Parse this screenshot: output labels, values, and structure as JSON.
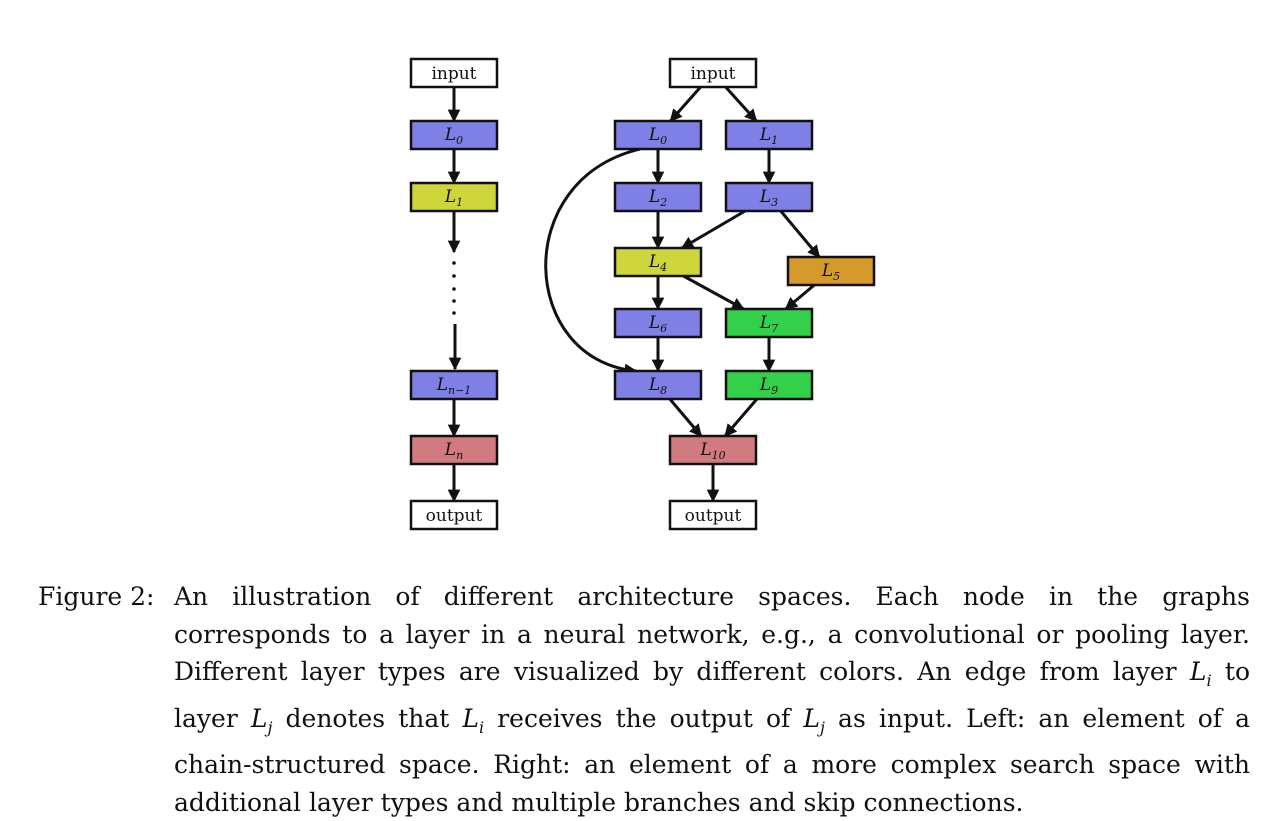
{
  "figure": {
    "left": {
      "nodes": [
        {
          "id": "l_in",
          "kind": "io",
          "text": "input"
        },
        {
          "id": "l_L0",
          "kind": "layer",
          "base": "L",
          "sub": "0",
          "color": "#7f80e6"
        },
        {
          "id": "l_L1",
          "kind": "layer",
          "base": "L",
          "sub": "1",
          "color": "#cfd63c"
        },
        {
          "id": "l_Ln1",
          "kind": "layer",
          "base": "L",
          "sub": "n−1",
          "color": "#7f80e6"
        },
        {
          "id": "l_Ln",
          "kind": "layer",
          "base": "L",
          "sub": "n",
          "color": "#d17a80"
        },
        {
          "id": "l_out",
          "kind": "io",
          "text": "output"
        }
      ]
    },
    "right": {
      "nodes": [
        {
          "id": "r_in",
          "kind": "io",
          "text": "input"
        },
        {
          "id": "r_L0",
          "kind": "layer",
          "base": "L",
          "sub": "0",
          "color": "#7f80e6"
        },
        {
          "id": "r_L1",
          "kind": "layer",
          "base": "L",
          "sub": "1",
          "color": "#7f80e6"
        },
        {
          "id": "r_L2",
          "kind": "layer",
          "base": "L",
          "sub": "2",
          "color": "#7f80e6"
        },
        {
          "id": "r_L3",
          "kind": "layer",
          "base": "L",
          "sub": "3",
          "color": "#7f80e6"
        },
        {
          "id": "r_L4",
          "kind": "layer",
          "base": "L",
          "sub": "4",
          "color": "#cfd63c"
        },
        {
          "id": "r_L5",
          "kind": "layer",
          "base": "L",
          "sub": "5",
          "color": "#d6992c"
        },
        {
          "id": "r_L6",
          "kind": "layer",
          "base": "L",
          "sub": "6",
          "color": "#7f80e6"
        },
        {
          "id": "r_L7",
          "kind": "layer",
          "base": "L",
          "sub": "7",
          "color": "#33d14a"
        },
        {
          "id": "r_L8",
          "kind": "layer",
          "base": "L",
          "sub": "8",
          "color": "#7f80e6"
        },
        {
          "id": "r_L9",
          "kind": "layer",
          "base": "L",
          "sub": "9",
          "color": "#33d14a"
        },
        {
          "id": "r_L10",
          "kind": "layer",
          "base": "L",
          "sub": "10",
          "color": "#d17a80"
        },
        {
          "id": "r_out",
          "kind": "io",
          "text": "output"
        }
      ]
    }
  },
  "caption": {
    "label": "Figure 2:",
    "segments": [
      {
        "t": "An illustration of different architecture spaces.  Each node in the graphs corresponds to a layer in a neural network, e.g., a convolutional or pooling layer. Different layer types are visualized by different colors. An edge from layer "
      },
      {
        "m": "L",
        "s": "i"
      },
      {
        "t": " to layer "
      },
      {
        "m": "L",
        "s": "j"
      },
      {
        "t": " denotes that "
      },
      {
        "m": "L",
        "s": "i"
      },
      {
        "t": " receives the output of "
      },
      {
        "m": "L",
        "s": "j"
      },
      {
        "t": " as input. Left: an element of a chain-structured space. Right: an element of a more complex search space with additional layer types and multiple branches and skip connections."
      }
    ]
  }
}
